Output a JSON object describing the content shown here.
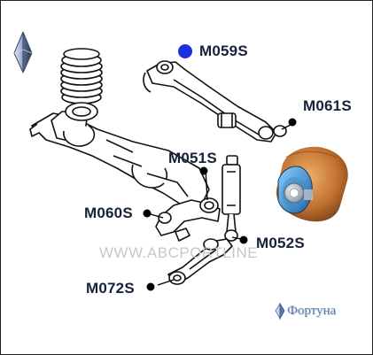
{
  "callouts": {
    "m059s": "M059S",
    "m061s": "M061S",
    "m051s": "M051S",
    "m060s": "M060S",
    "m052s": "M052S",
    "m072s": "M072S"
  },
  "watermark": "WWW.ABCPORTLINE",
  "brand": {
    "name": "Фортуна",
    "logo_icon": "diamond-logo-icon"
  },
  "colors": {
    "label": "#16213c",
    "highlight_marker": "#1e2ee0",
    "marker": "#000000",
    "bushing_rubber": "#c77a3a",
    "bushing_sleeve": "#3a8fd0"
  }
}
